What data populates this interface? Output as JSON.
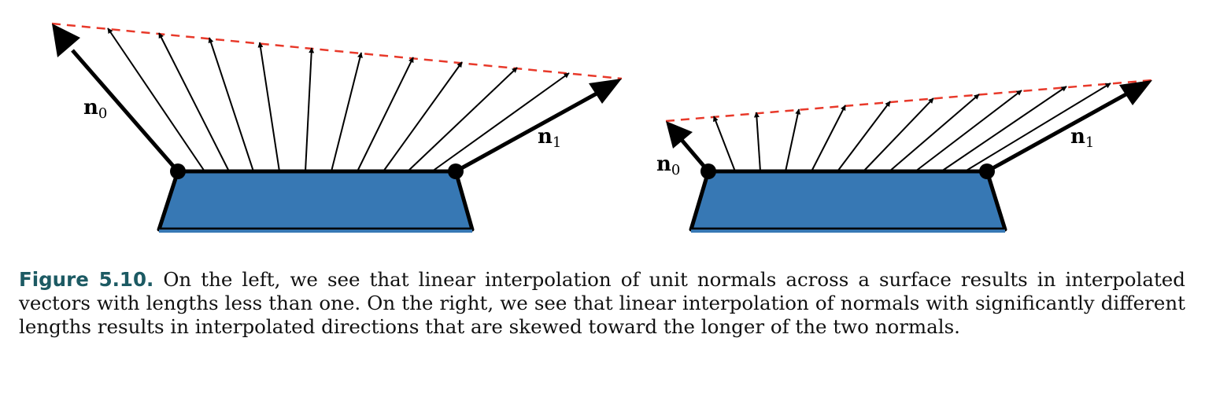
{
  "figure": {
    "colors": {
      "surface": "#3778b4",
      "outline": "#000000",
      "guide": "#e8392a"
    },
    "left_panel": {
      "n0_label": {
        "main": "n",
        "sub": "0"
      },
      "n1_label": {
        "main": "n",
        "sub": "1"
      }
    },
    "right_panel": {
      "n0_label": {
        "main": "n",
        "sub": "0"
      },
      "n1_label": {
        "main": "n",
        "sub": "1"
      }
    }
  },
  "caption": {
    "label": "Figure 5.10.",
    "text": "On the left, we see that linear interpolation of unit normals across a surface results in interpolated vectors with lengths less than one. On the right, we see that linear interpolation of normals with significantly different lengths results in interpolated directions that are skewed toward the longer of the two normals."
  }
}
